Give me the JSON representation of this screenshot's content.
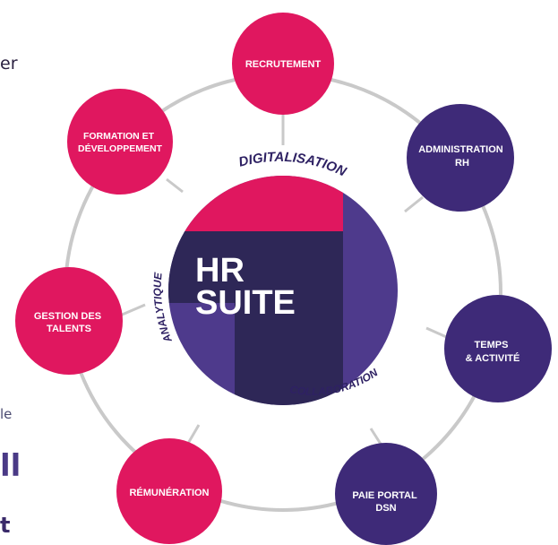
{
  "colors": {
    "magenta": "#e0175f",
    "purple": "#3e2a78",
    "deep_navy": "#2e2757",
    "mid_purple": "#4e3a8c",
    "ring_gray": "#c9c9c9",
    "text_dark": "#2e2163"
  },
  "left_fragments": {
    "top": "er",
    "middle": "le",
    "bottom_bar": "ll",
    "bottom": "t"
  },
  "center": {
    "line1": "HR",
    "line2": "SUITE"
  },
  "arcs": {
    "top": "DIGITALISATION",
    "left": "ANALYTIQUE",
    "bottom": "COLLABORATION"
  },
  "nodes": {
    "recrutement": [
      "RECRUTEMENT"
    ],
    "administration": [
      "ADMINISTRATION",
      "RH"
    ],
    "temps": [
      "TEMPS",
      "& ACTIVITÉ"
    ],
    "paie": [
      "PAIE PORTAL",
      "DSN"
    ],
    "remuneration": [
      "RÉMUNÉRATION"
    ],
    "talents": [
      "GESTION DES",
      "TALENTS"
    ],
    "formation": [
      "FORMATION ET",
      "DÉVELOPPEMENT"
    ]
  }
}
